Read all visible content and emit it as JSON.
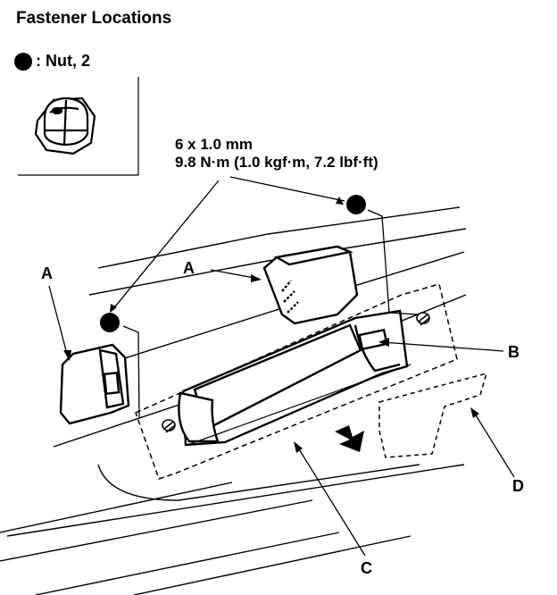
{
  "title": "Fastener Locations",
  "legend": {
    "symbol_name": "nut-symbol",
    "label": ": Nut, 2"
  },
  "spec": {
    "size": "6 x 1.0 mm",
    "torque": "9.8 N·m (1.0 kgf·m, 7.2 lbf·ft)"
  },
  "callouts": {
    "a_left": "A",
    "a_top": "A",
    "b": "B",
    "c": "C",
    "d": "D"
  }
}
